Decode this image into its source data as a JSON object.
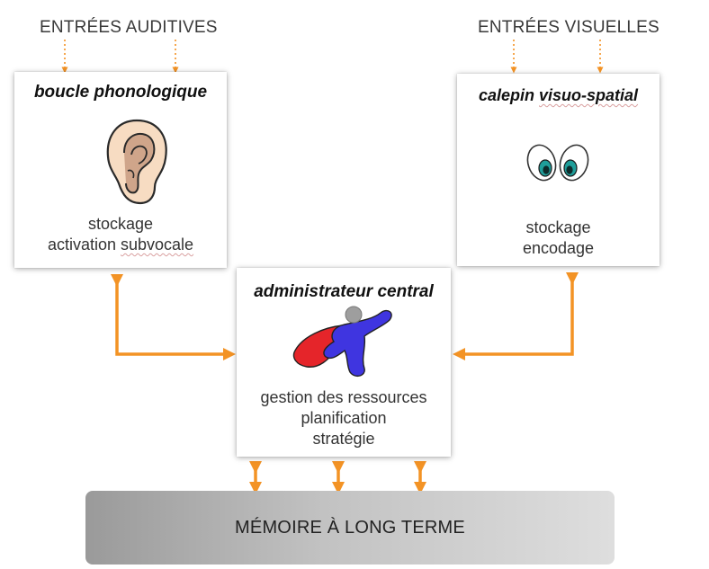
{
  "inputs": {
    "auditory_label": "ENTRÉES AUDITIVES",
    "visual_label": "ENTRÉES VISUELLES"
  },
  "phonological_loop": {
    "title": "boucle phonologique",
    "line1": "stockage",
    "line2_a": "activation ",
    "line2_b": "subvocale",
    "icon": "ear-icon"
  },
  "visuospatial_sketchpad": {
    "title_a": "calepin ",
    "title_b": "visuo-spatial",
    "line1": "stockage",
    "line2": "encodage",
    "icon": "eyes-icon"
  },
  "central_executive": {
    "title": "administrateur central",
    "line1": "gestion des ressources",
    "line2": "planification",
    "line3": "stratégie",
    "icon": "superhero-icon"
  },
  "long_term_memory": {
    "label": "MÉMOIRE À LONG TERME"
  },
  "colors": {
    "arrow": "#f39325",
    "hero_body": "#3f35e0",
    "hero_cape": "#e5252a",
    "hero_head": "#9e9e9e",
    "eye_iris": "#1f9e9a"
  }
}
